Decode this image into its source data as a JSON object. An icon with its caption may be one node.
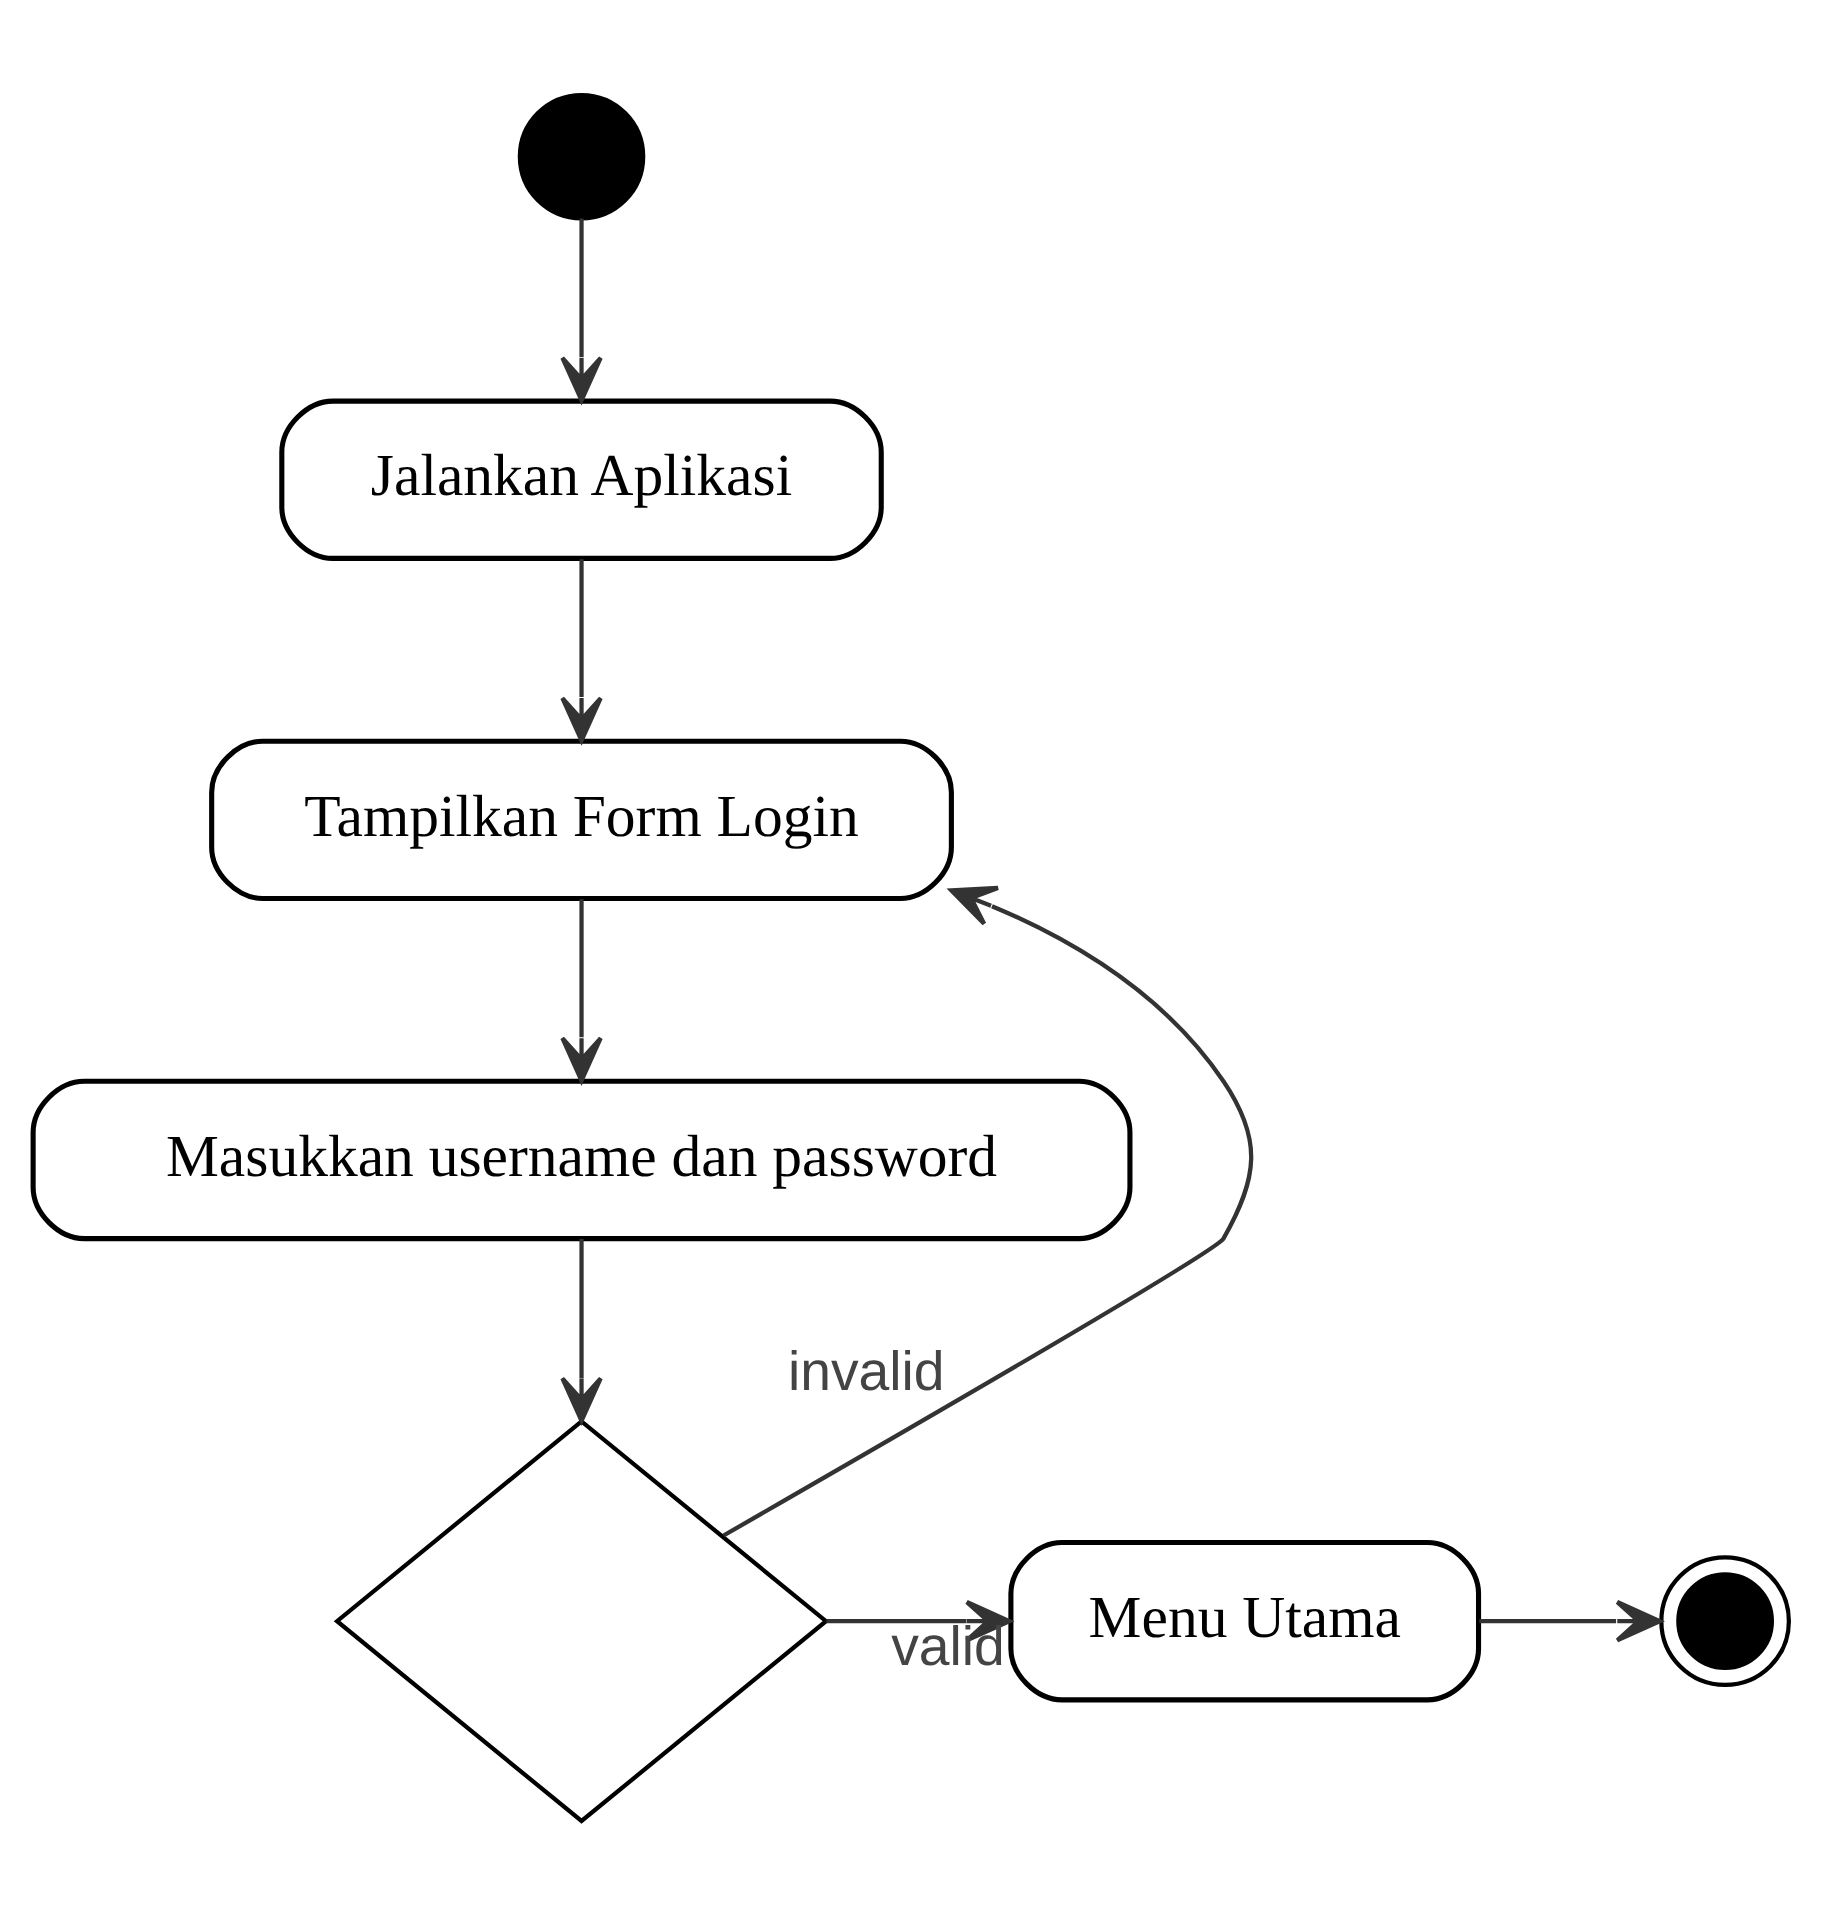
{
  "diagram": {
    "nodes": [
      {
        "text": [],
        "shape": "circle"
      },
      {
        "text": [
          "Jalankan Aplikasi"
        ]
      },
      {
        "text": [
          "Tampilkan Form Login"
        ]
      },
      {
        "text": [
          "Masukkan username dan password"
        ]
      },
      {
        "text": [],
        "shape": "diamond"
      },
      {
        "text": [
          "Menu Utama"
        ]
      },
      {
        "text": [],
        "shape": "bullseye"
      }
    ],
    "edges": [
      {
        "from": 0,
        "to": 1,
        "arrow": "to"
      },
      {
        "from": 1,
        "to": 2,
        "arrow": "to"
      },
      {
        "from": 2,
        "to": 3,
        "arrow": "to"
      },
      {
        "from": 3,
        "to": 4,
        "arrow": "to"
      },
      {
        "from": 4,
        "to": 2,
        "arrow": "to",
        "label": "invalid"
      },
      {
        "from": 4,
        "to": 5,
        "arrow": "to",
        "label": "valid"
      },
      {
        "from": 5,
        "to": 6,
        "arrow": "to"
      }
    ]
  }
}
